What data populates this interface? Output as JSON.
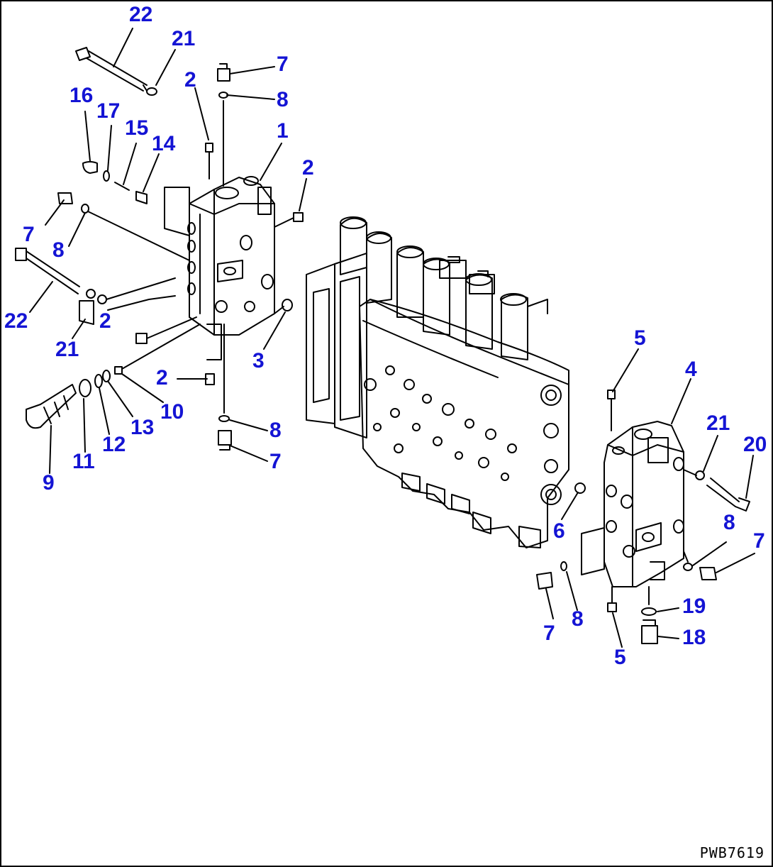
{
  "diagram": {
    "drawing_code": "PWB7619",
    "callout_color": "#1414d4",
    "line_color": "#000000",
    "callouts": [
      "22",
      "21",
      "7",
      "2",
      "8",
      "16",
      "17",
      "15",
      "14",
      "1",
      "2",
      "7",
      "8",
      "22",
      "2",
      "21",
      "3",
      "2",
      "8",
      "7",
      "10",
      "13",
      "12",
      "11",
      "9",
      "5",
      "4",
      "21",
      "20",
      "6",
      "8",
      "7",
      "7",
      "8",
      "19",
      "18",
      "5"
    ]
  }
}
